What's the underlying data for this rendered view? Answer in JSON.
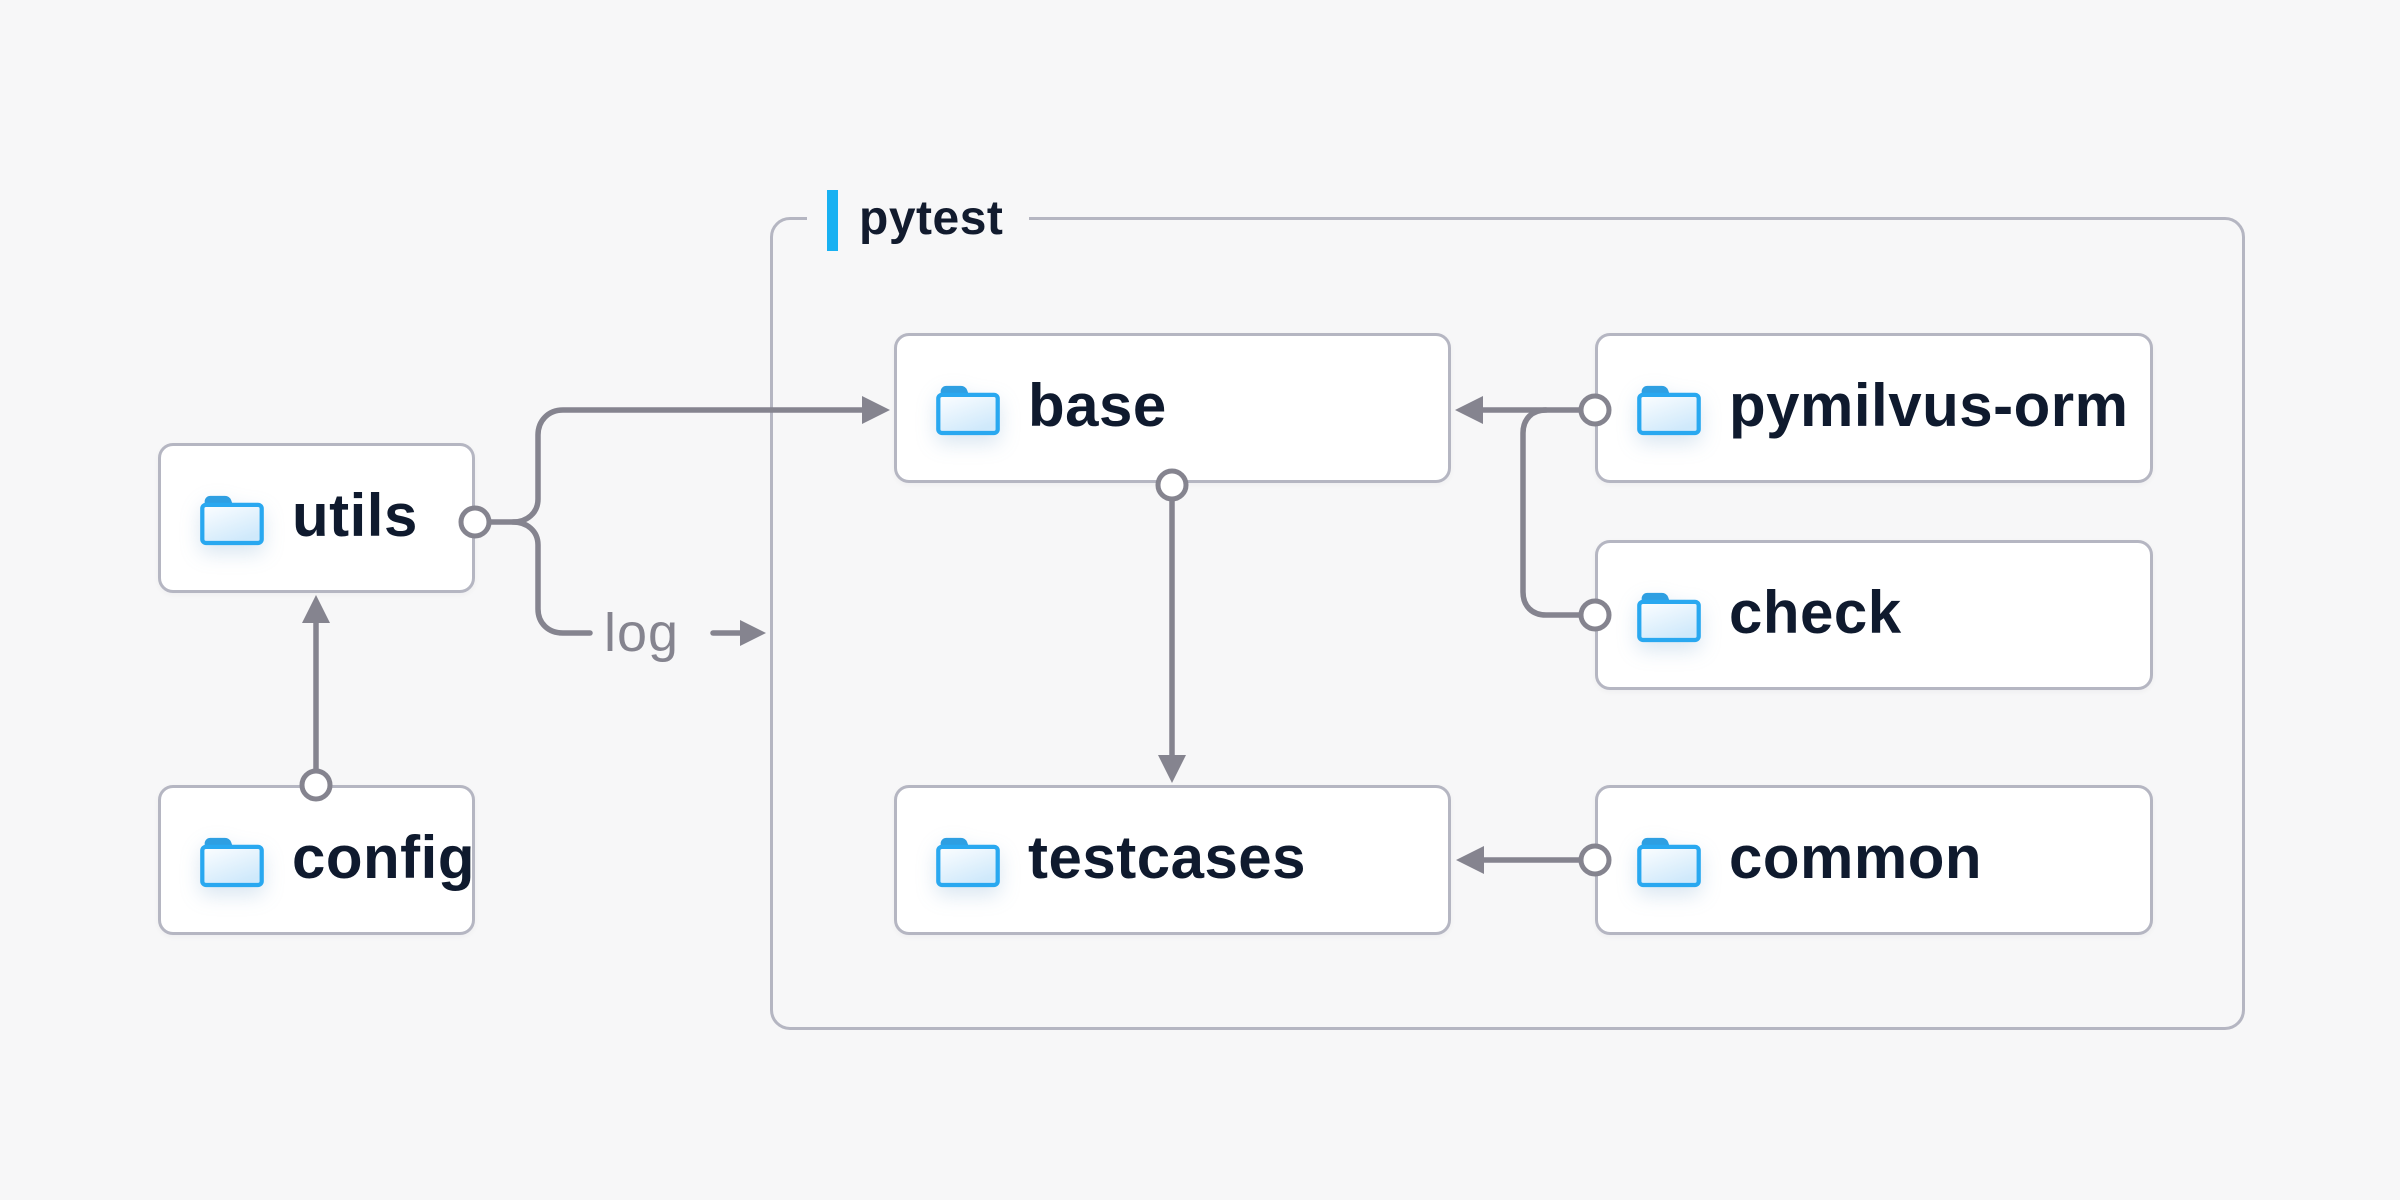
{
  "background": "#f7f7f8",
  "colors": {
    "accent_blue": "#18b1f2",
    "connector_gray": "#85848f",
    "box_border": "#b5b6c2",
    "label_navy": "#0f1a2e",
    "folder_blue": "#29a8f0",
    "node_fill": "#ffffff"
  },
  "container": {
    "label": "pytest"
  },
  "nodes": {
    "utils": {
      "label": "utils"
    },
    "config": {
      "label": "config"
    },
    "base": {
      "label": "base"
    },
    "pymilvus_orm": {
      "label": "pymilvus-orm"
    },
    "check": {
      "label": "check"
    },
    "testcases": {
      "label": "testcases"
    },
    "common": {
      "label": "common"
    }
  },
  "edge_label": {
    "log": "log"
  },
  "edges": [
    {
      "from": "config",
      "to": "utils"
    },
    {
      "from": "utils",
      "to": "base"
    },
    {
      "from": "utils",
      "to": "pytest",
      "label": "log"
    },
    {
      "from": "base",
      "to": "testcases"
    },
    {
      "from": "pymilvus-orm",
      "to": "base"
    },
    {
      "from": "check",
      "to": "base"
    },
    {
      "from": "common",
      "to": "testcases"
    }
  ]
}
